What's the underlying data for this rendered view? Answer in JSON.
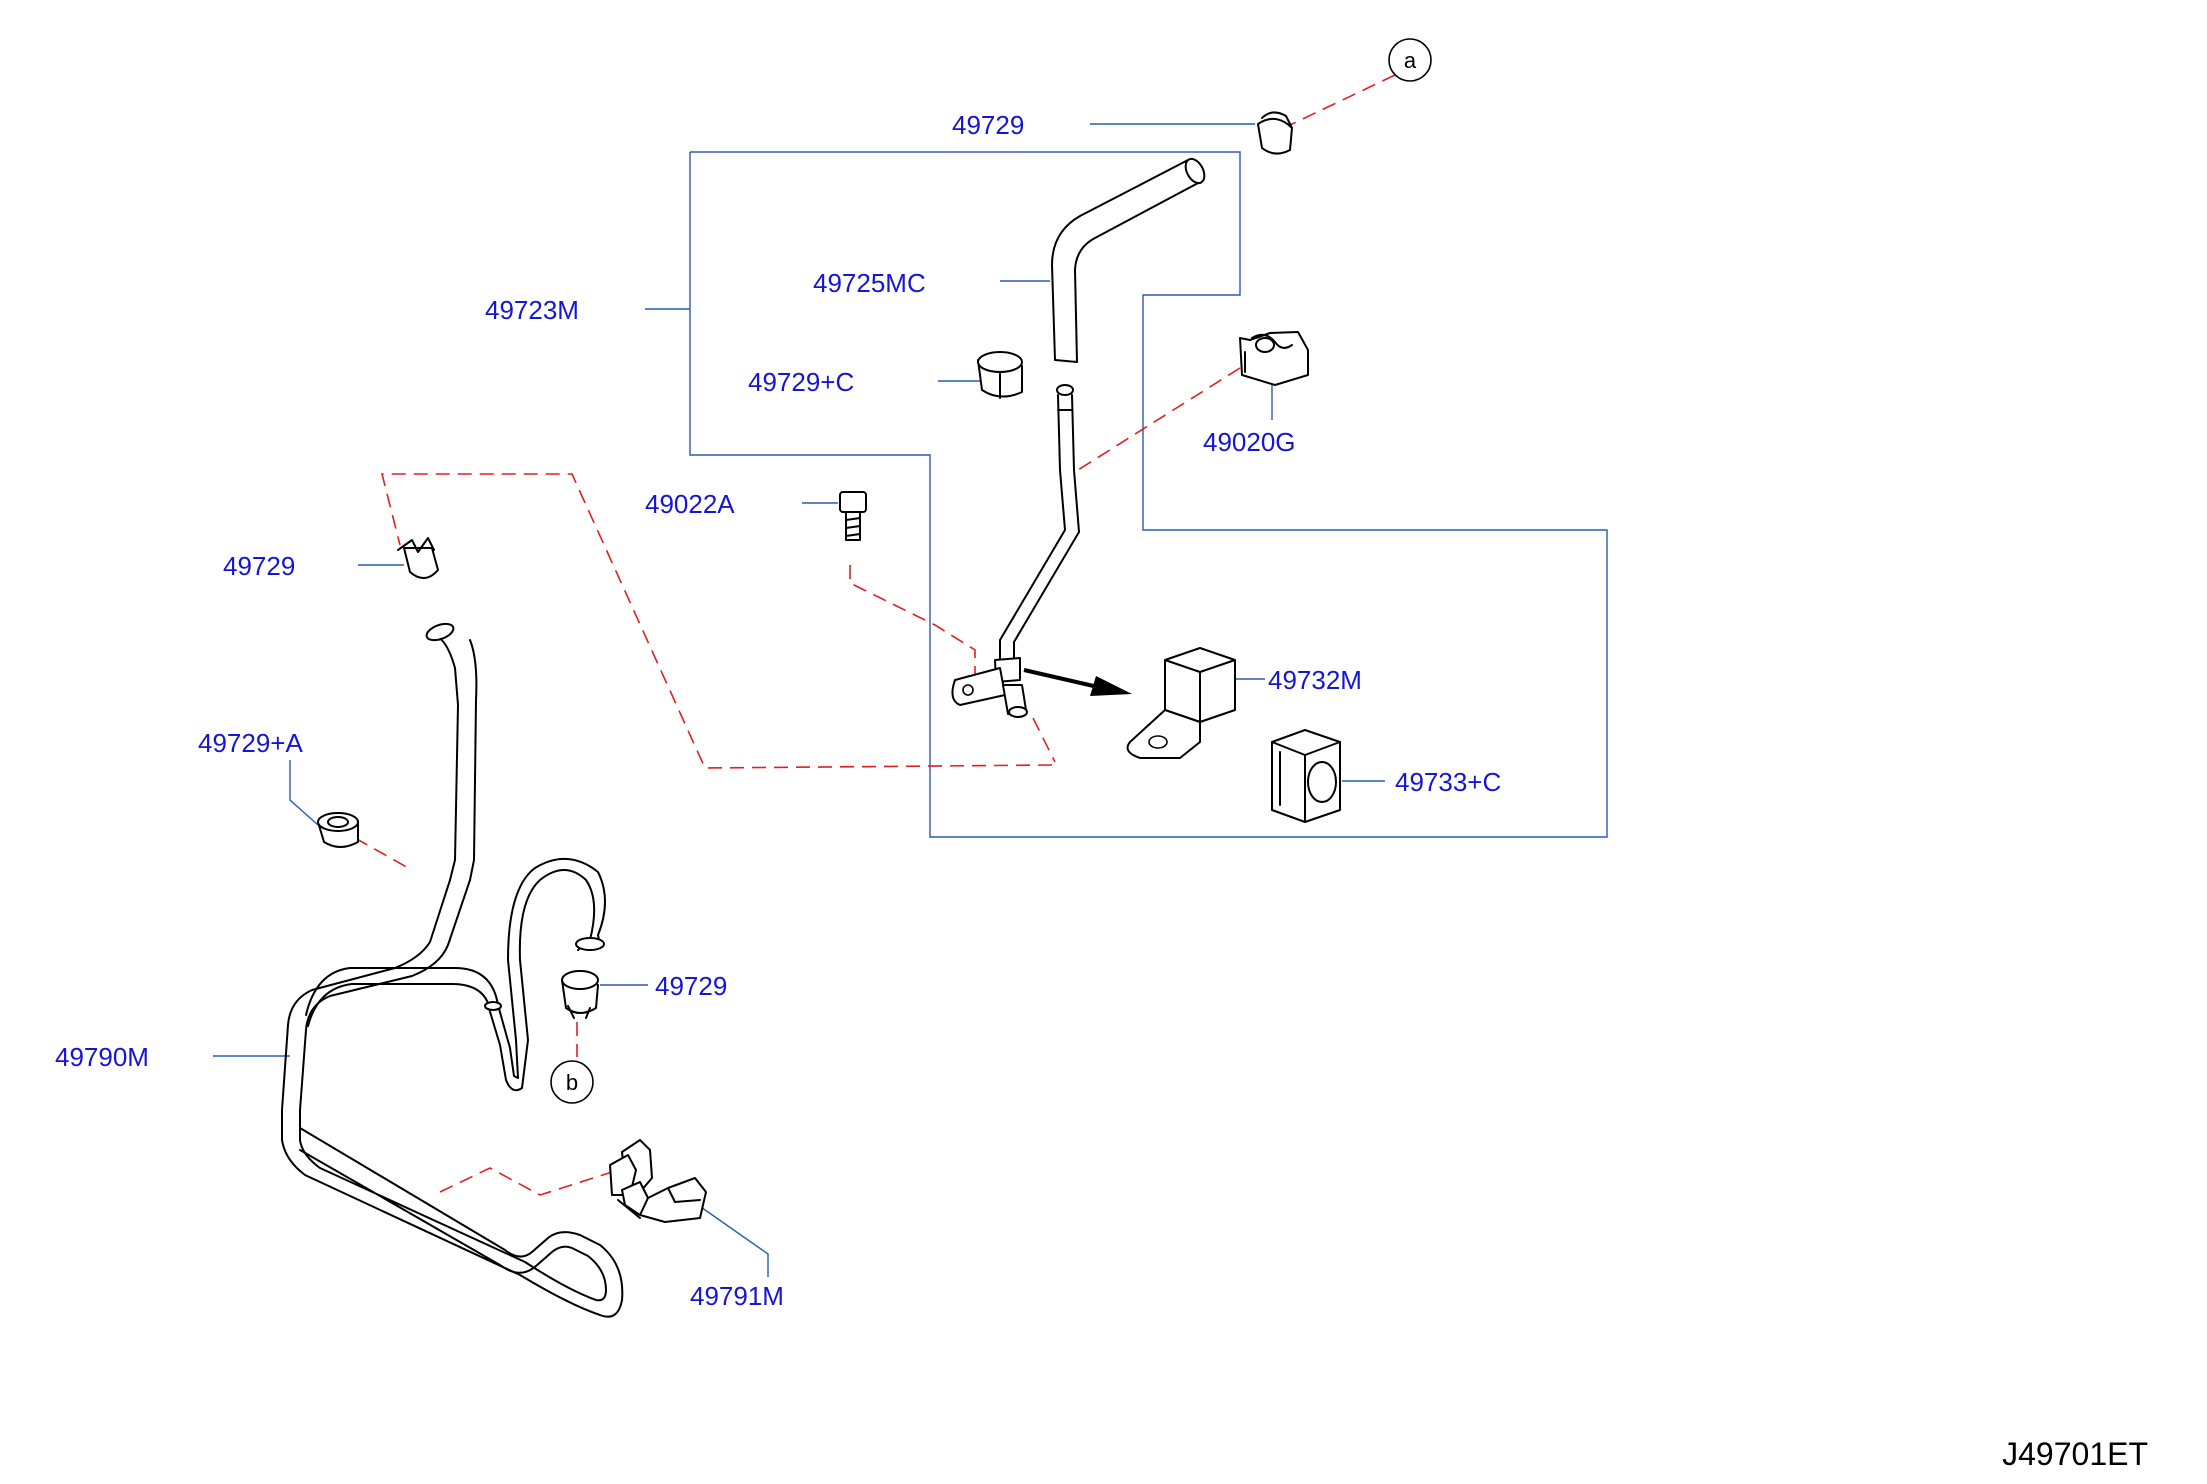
{
  "diagram_code": "J49701ET",
  "callouts": {
    "a": "a",
    "b": "b"
  },
  "labels": {
    "clamp_top": "49729",
    "hose_upper": "49725MC",
    "pipe_assy": "49723M",
    "clamp_c": "49729+C",
    "bracket_g": "49020G",
    "bolt": "49022A",
    "clamp_left": "49729",
    "bracket_m": "49732M",
    "insulator": "49733+C",
    "clamp_a": "49729+A",
    "clamp_mid": "49729",
    "hose_assy": "49790M",
    "bracket_lower": "49791M"
  },
  "colors": {
    "label": "#1515d4",
    "leader": "#2a5ab0",
    "dashed": "#e02020",
    "outline": "#000000"
  }
}
